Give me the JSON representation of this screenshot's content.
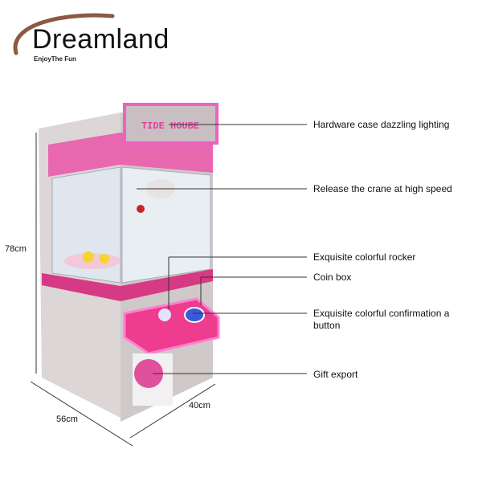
{
  "brand": {
    "name": "Dreamland",
    "tagline": "EnjoyThe  Fun",
    "arc_color": "#8a5a44"
  },
  "machine": {
    "sign_text": "TIDE HOUBE",
    "accent": "#e8459a"
  },
  "callouts": [
    {
      "label": "Hardware case dazzling lighting"
    },
    {
      "label": "Release the crane at high speed"
    },
    {
      "label": "Exquisite colorful rocker"
    },
    {
      "label": "Coin box"
    },
    {
      "label": "Exquisite colorful confirmation a button"
    },
    {
      "label": "Gift export"
    }
  ],
  "dimensions": {
    "height": "78cm",
    "depth": "56cm",
    "width": "40cm"
  }
}
